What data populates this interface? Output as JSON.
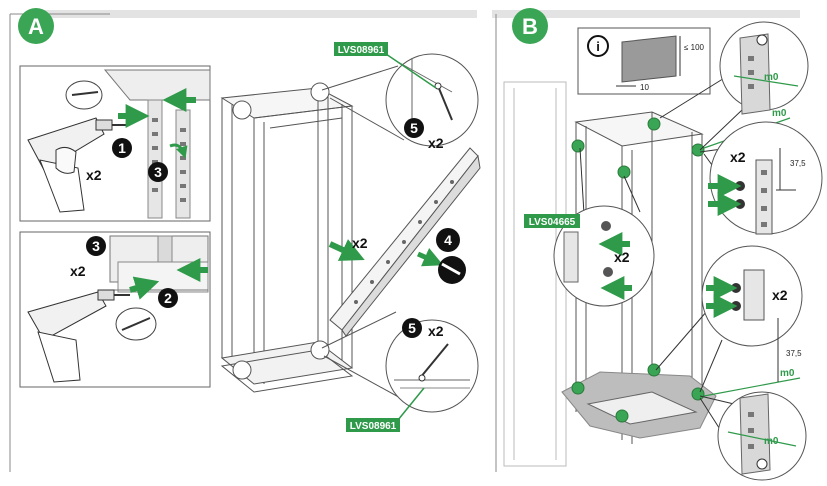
{
  "panel_a": {
    "badge": "A"
  },
  "panel_b": {
    "badge": "B"
  },
  "steps": {
    "s1": "1",
    "s2": "2",
    "s3": "3",
    "s4": "4",
    "s5": "5"
  },
  "multiplier": "x2",
  "codes": {
    "lvs08961": "LVS08961",
    "lvs04665": "LVS04665"
  },
  "info": {
    "symbol": "i",
    "dim_max": "≤ 100",
    "dim_thick": "10"
  },
  "dimension_375": "37,5",
  "level_label": "m0",
  "colors": {
    "green": "#2f9a4a",
    "badge_green": "#3aa655",
    "grey": "#9a9a9a",
    "light_grey": "#dcdcdc"
  }
}
